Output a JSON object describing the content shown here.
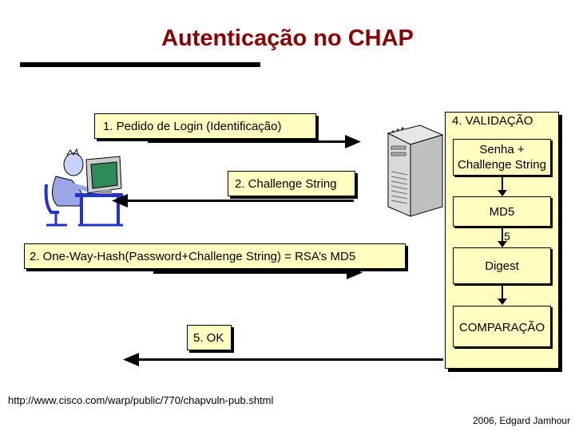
{
  "title": "Autenticação no CHAP",
  "steps": {
    "login": "1. Pedido de Login (Identificação)",
    "challenge": "2. Challenge String",
    "hash": "2. One-Way-Hash(Password+Challenge String) = RSA’s MD5",
    "ok": "5. OK"
  },
  "validation": {
    "title": "4. VALIDAÇÃO",
    "input": "Senha +\nChallenge String",
    "md5": "MD5",
    "digest": "Digest",
    "compare": "COMPARAÇÃO",
    "index": "5"
  },
  "url": "http://www.cisco.com/warp/public/770/chapvuln-pub.shtml",
  "credit": "2006, Edgard Jamhour",
  "colors": {
    "title": "#8b0000",
    "box_fill": "#fffdc0"
  },
  "icons": {
    "client": "person-at-computer-icon",
    "server": "server-tower-icon"
  }
}
